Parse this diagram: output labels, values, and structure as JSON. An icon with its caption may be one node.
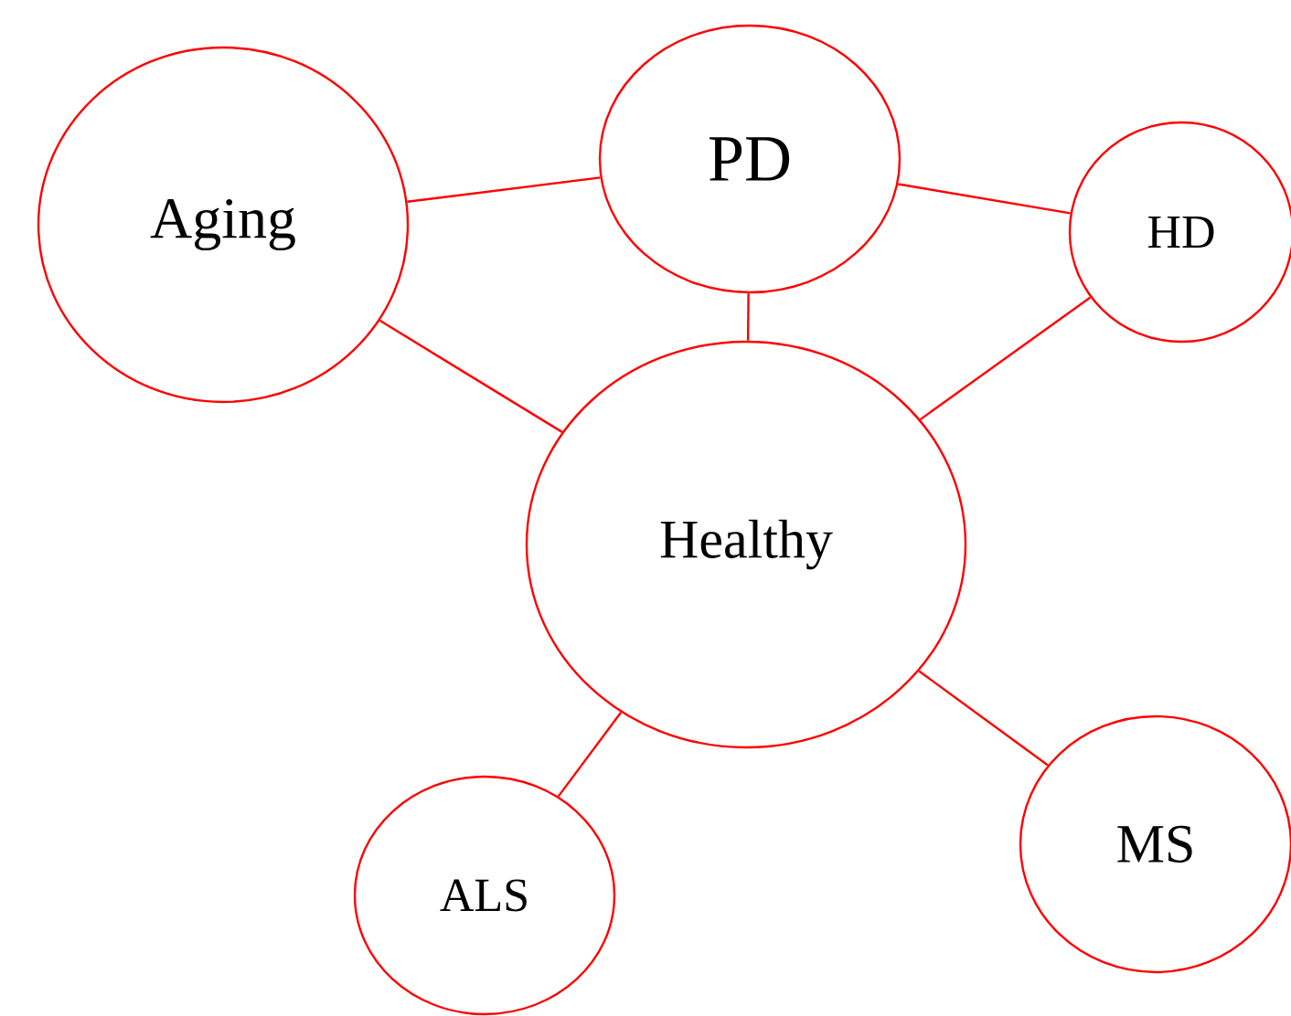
{
  "diagram": {
    "nodes": [
      {
        "text": [
          "Aging"
        ]
      },
      {
        "text": [
          "PD"
        ]
      },
      {
        "text": [
          "HD"
        ]
      },
      {
        "text": [
          "Healthy"
        ]
      },
      {
        "text": [
          "ALS"
        ]
      },
      {
        "text": [
          "MS"
        ]
      }
    ],
    "edges": [
      {
        "from": 0,
        "to": 1,
        "arrow": "none"
      },
      {
        "from": 1,
        "to": 2,
        "arrow": "none"
      },
      {
        "from": 0,
        "to": 3,
        "arrow": "none"
      },
      {
        "from": 1,
        "to": 3,
        "arrow": "none"
      },
      {
        "from": 2,
        "to": 3,
        "arrow": "none"
      },
      {
        "from": 3,
        "to": 4,
        "arrow": "none"
      },
      {
        "from": 3,
        "to": 5,
        "arrow": "none"
      }
    ]
  }
}
